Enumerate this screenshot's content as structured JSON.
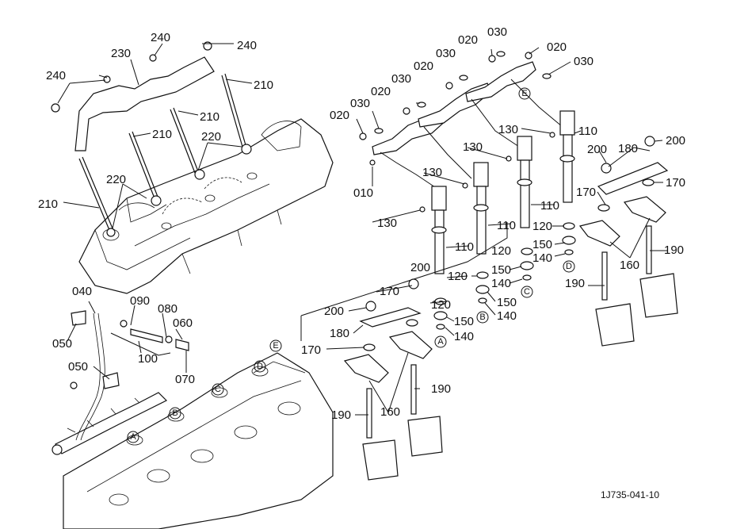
{
  "diagram_code": "1J735-041-10",
  "callouts": {
    "p010": "010",
    "p020": "020",
    "p030": "030",
    "p040": "040",
    "p050": "050",
    "p060": "060",
    "p070": "070",
    "p080": "080",
    "p090": "090",
    "p100": "100",
    "p110": "110",
    "p120": "120",
    "p130": "130",
    "p140": "140",
    "p150": "150",
    "p160": "160",
    "p170": "170",
    "p180": "180",
    "p190": "190",
    "p200": "200",
    "p210": "210",
    "p220": "220",
    "p230": "230",
    "p240": "240"
  },
  "ref_marks": {
    "a": "A",
    "b": "B",
    "c": "C",
    "d": "D",
    "e": "E"
  }
}
